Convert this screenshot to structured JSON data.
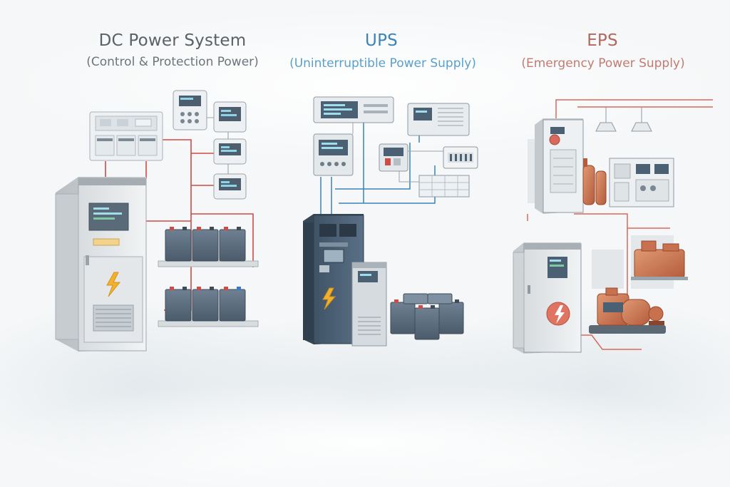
{
  "sections": {
    "dc": {
      "title": "DC Power System",
      "subtitle": "(Control & Protection Power)",
      "accent": "#cf4b45"
    },
    "ups": {
      "title": "UPS",
      "subtitle": "(Uninterruptible Power Supply)",
      "accent": "#3b83b8"
    },
    "eps": {
      "title": "EPS",
      "subtitle": "(Emergency Power Supply)",
      "accent": "#c0635a"
    }
  },
  "icons": {
    "dc_cabinet": "lightning-bolt-icon",
    "ups_cabinet": "lightning-bolt-icon",
    "eps_cabinet": "lightning-bolt-icon"
  }
}
